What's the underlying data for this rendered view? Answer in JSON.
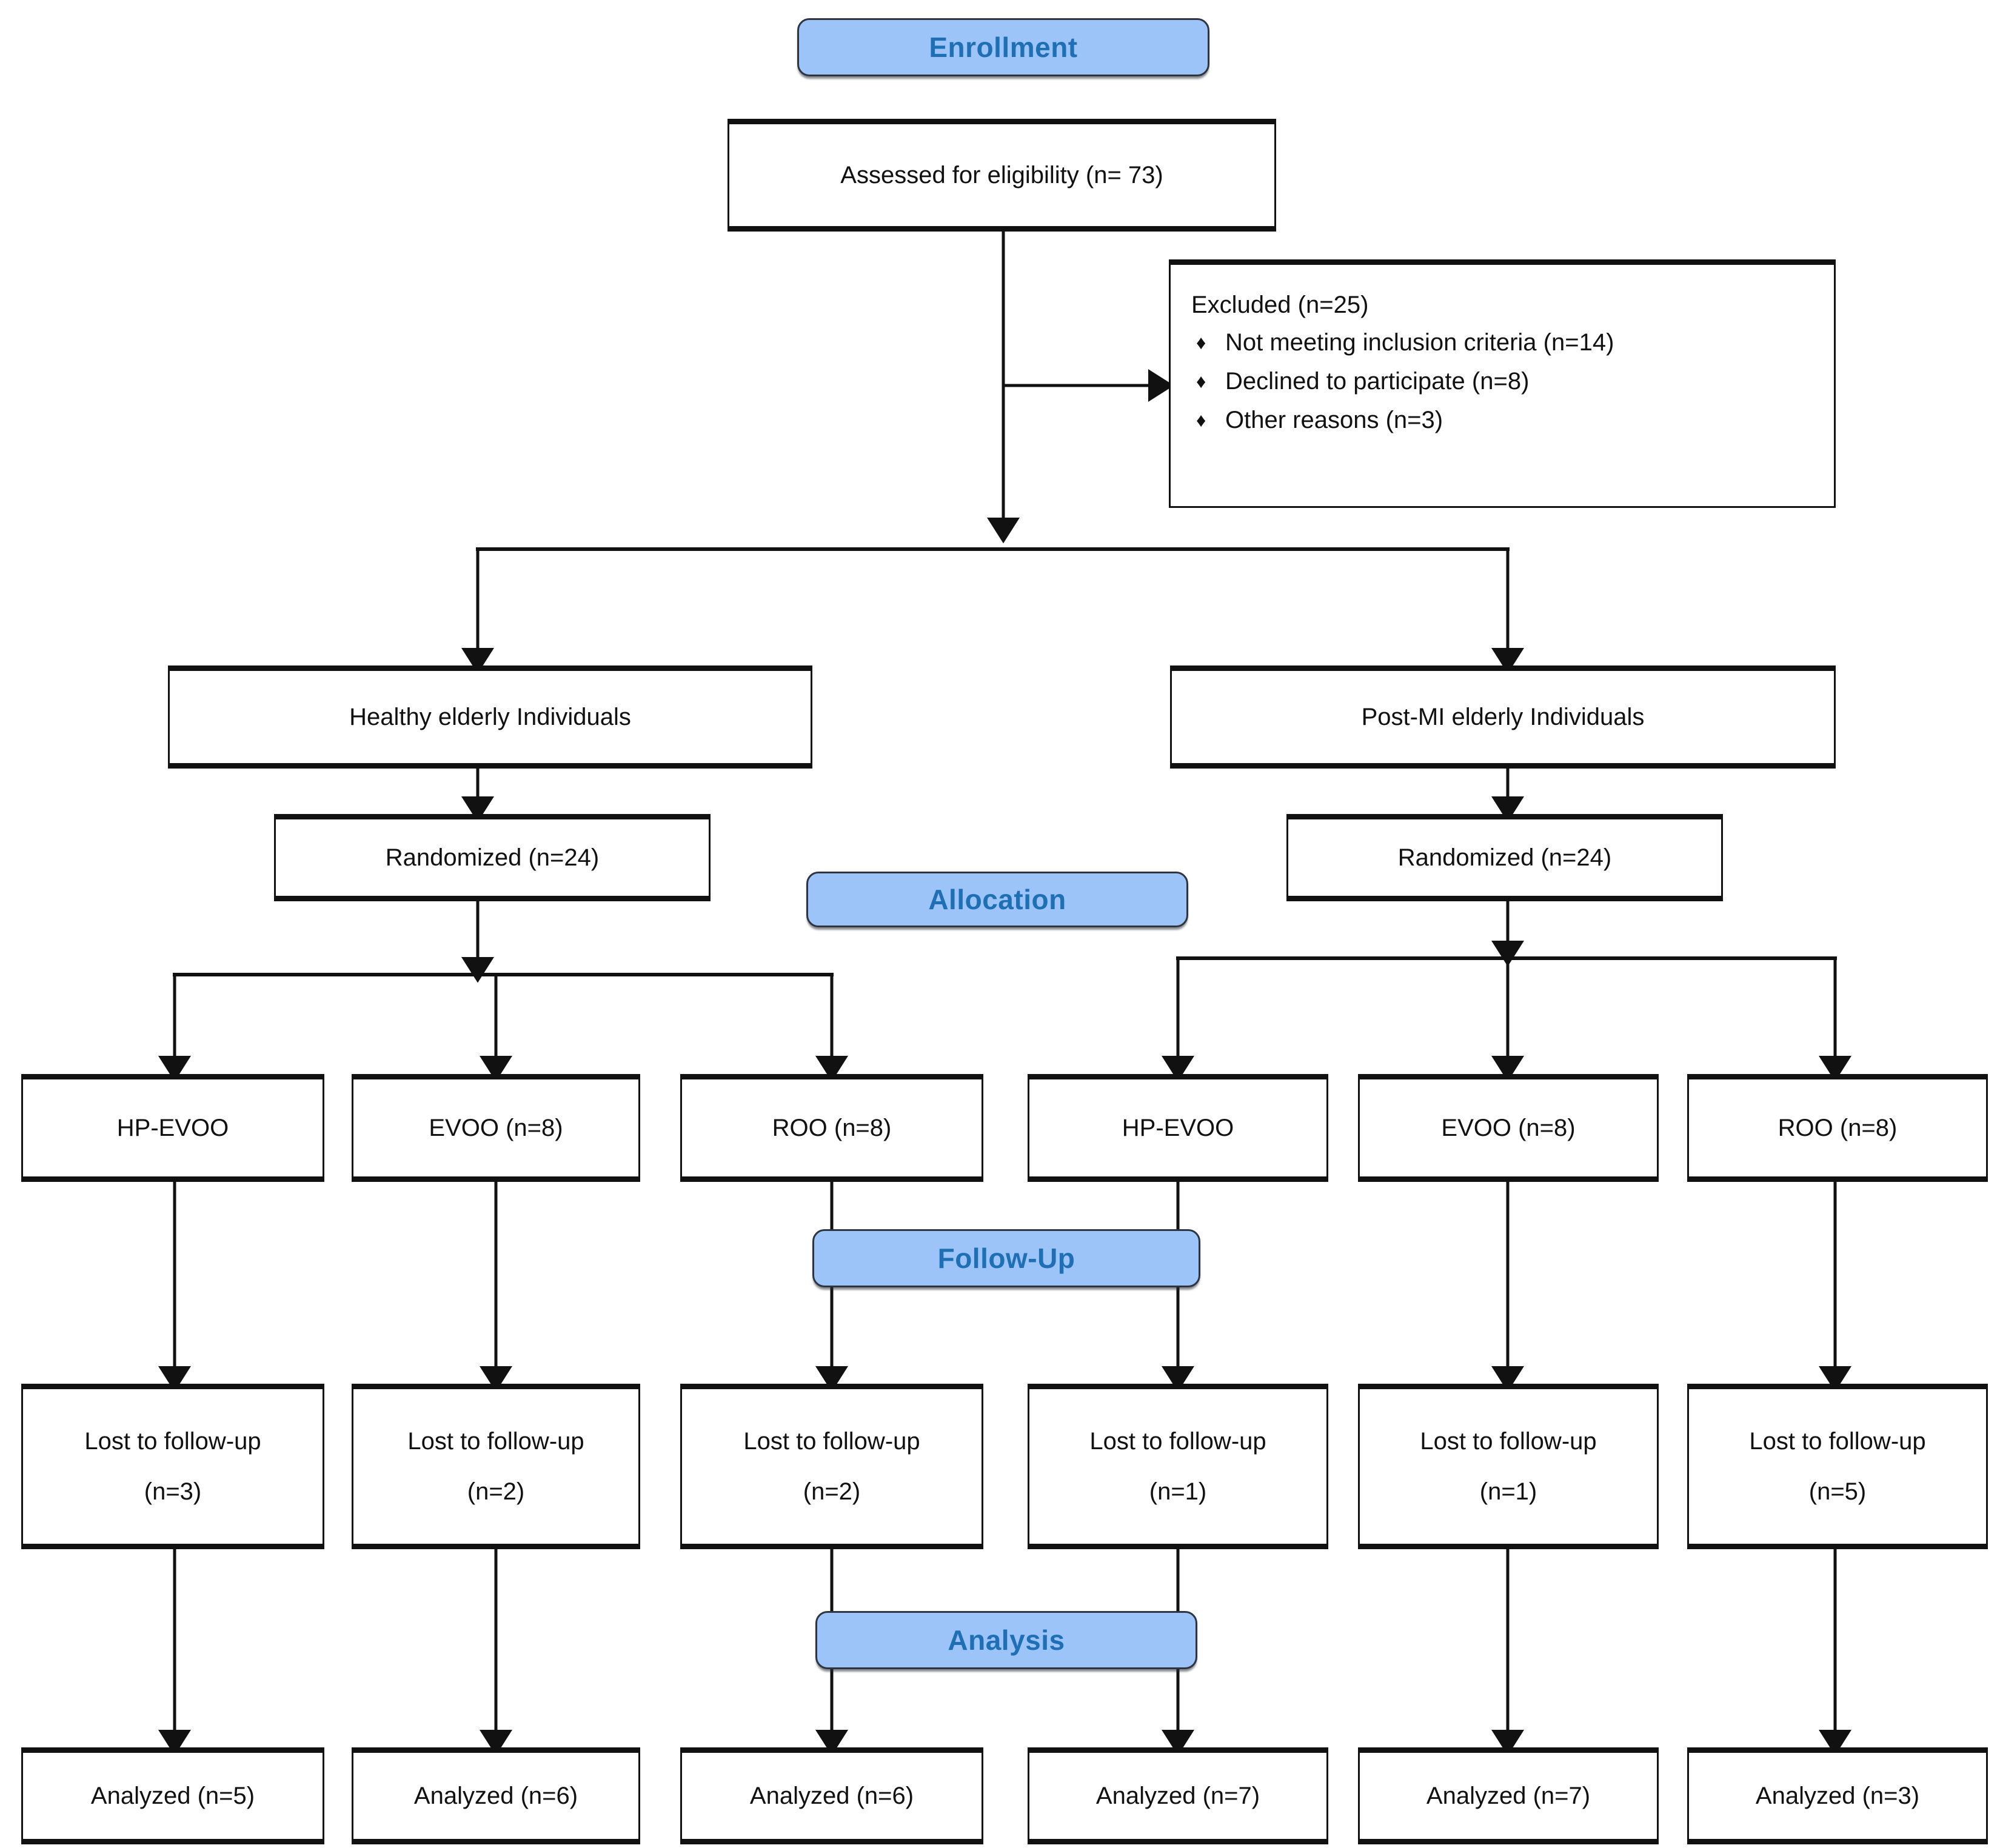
{
  "figure": {
    "kind": "consort-flow-diagram",
    "colors": {
      "banner_fill": "#9cc4f8",
      "banner_text": "#1f6fb5",
      "banner_border": "#2f3540",
      "box_border": "#111111",
      "box_fill": "#ffffff",
      "connector": "#111111",
      "page_background": "#ffffff"
    }
  },
  "banners": {
    "enrollment": "Enrollment",
    "allocation": "Allocation",
    "follow_up": "Follow-Up",
    "analysis": "Analysis"
  },
  "enrollment": {
    "assessed": "Assessed for eligibility (n= 73)",
    "excluded": {
      "title": "Excluded (n=25)",
      "bullet_glyph": "♦",
      "reasons": [
        "Not meeting inclusion criteria (n=14)",
        "Declined to participate (n=8)",
        "Other reasons (n=3)"
      ]
    }
  },
  "cohorts": [
    {
      "id": "healthy",
      "label": "Healthy elderly Individuals",
      "randomized": "Randomized (n=24)",
      "arms": [
        {
          "id": "healthy-hp-evoo",
          "allocation": "HP-EVOO",
          "lost_label": "Lost to follow-up",
          "lost_n": "(n=3)",
          "analyzed": "Analyzed (n=5)"
        },
        {
          "id": "healthy-evoo",
          "allocation": "EVOO (n=8)",
          "lost_label": "Lost to follow-up",
          "lost_n": "(n=2)",
          "analyzed": "Analyzed (n=6)"
        },
        {
          "id": "healthy-roo",
          "allocation": "ROO (n=8)",
          "lost_label": "Lost to follow-up",
          "lost_n": "(n=2)",
          "analyzed": "Analyzed (n=6)"
        }
      ]
    },
    {
      "id": "post-mi",
      "label": "Post-MI elderly Individuals",
      "randomized": "Randomized (n=24)",
      "arms": [
        {
          "id": "postmi-hp-evoo",
          "allocation": "HP-EVOO",
          "lost_label": "Lost to follow-up",
          "lost_n": "(n=1)",
          "analyzed": "Analyzed (n=7)"
        },
        {
          "id": "postmi-evoo",
          "allocation": "EVOO (n=8)",
          "lost_label": "Lost to follow-up",
          "lost_n": "(n=1)",
          "analyzed": "Analyzed (n=7)"
        },
        {
          "id": "postmi-roo",
          "allocation": "ROO (n=8)",
          "lost_label": "Lost to follow-up",
          "lost_n": "(n=5)",
          "analyzed": "Analyzed (n=3)"
        }
      ]
    }
  ]
}
